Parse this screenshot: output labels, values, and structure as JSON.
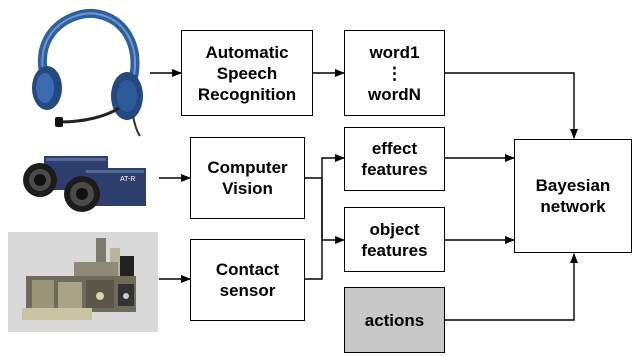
{
  "diagram": {
    "boxes": {
      "asr": "Automatic\nSpeech\nRecognition",
      "words": "word1\n⋮\nwordN",
      "vision": "Computer\nVision",
      "effect": "effect\nfeatures",
      "object": "object\nfeatures",
      "contact": "Contact\nsensor",
      "actions": "actions",
      "bayes": "Bayesian\nnetwork"
    },
    "images": {
      "headset": "headset-icon",
      "cameras": "camera-icon",
      "gripper": "robot-hand-icon"
    },
    "colors": {
      "headset_blue": "#2f5f9e",
      "camera_body": "#2e3f6d",
      "actions_fill": "#c8c8c8"
    }
  }
}
